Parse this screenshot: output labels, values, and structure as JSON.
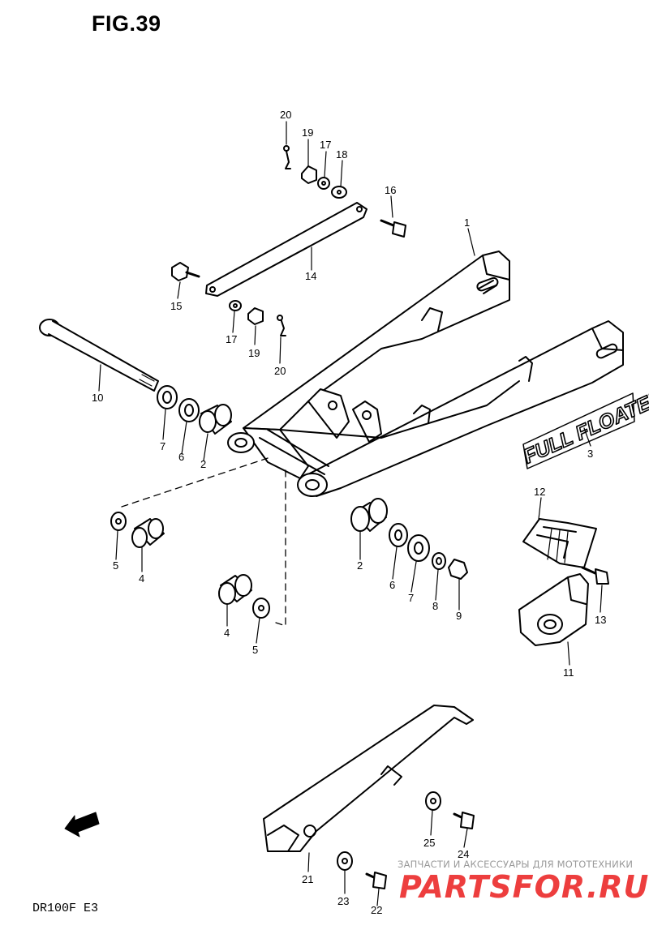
{
  "figure_title": "FIG.39",
  "model_code": "DR100F E3",
  "fwd_label": "FWD",
  "decal_text": "FULL FLOATER",
  "watermark": {
    "text": "ЗАПЧАСТИ И АКСЕССУАРЫ ДЛЯ МОТОТЕХНИКИ",
    "brand": "PARTSFOR.RU"
  },
  "part_labels": [
    {
      "id": "p1",
      "text": "1"
    },
    {
      "id": "p14",
      "text": "14"
    },
    {
      "id": "p16",
      "text": "16"
    },
    {
      "id": "p20a",
      "text": "20"
    },
    {
      "id": "p19a",
      "text": "19"
    },
    {
      "id": "p17a",
      "text": "17"
    },
    {
      "id": "p18",
      "text": "18"
    },
    {
      "id": "p15",
      "text": "15"
    },
    {
      "id": "p17b",
      "text": "17"
    },
    {
      "id": "p19b",
      "text": "19"
    },
    {
      "id": "p20b",
      "text": "20"
    },
    {
      "id": "p10",
      "text": "10"
    },
    {
      "id": "p7a",
      "text": "7"
    },
    {
      "id": "p6a",
      "text": "6"
    },
    {
      "id": "p2a",
      "text": "2"
    },
    {
      "id": "p3",
      "text": "3"
    },
    {
      "id": "p12",
      "text": "12"
    },
    {
      "id": "p5a",
      "text": "5"
    },
    {
      "id": "p4a",
      "text": "4"
    },
    {
      "id": "p2b",
      "text": "2"
    },
    {
      "id": "p6b",
      "text": "6"
    },
    {
      "id": "p7b",
      "text": "7"
    },
    {
      "id": "p8",
      "text": "8"
    },
    {
      "id": "p9",
      "text": "9"
    },
    {
      "id": "p13",
      "text": "13"
    },
    {
      "id": "p4b",
      "text": "4"
    },
    {
      "id": "p5b",
      "text": "5"
    },
    {
      "id": "p11",
      "text": "11"
    },
    {
      "id": "p25",
      "text": "25"
    },
    {
      "id": "p24",
      "text": "24"
    },
    {
      "id": "p21",
      "text": "21"
    },
    {
      "id": "p23",
      "text": "23"
    },
    {
      "id": "p22",
      "text": "22"
    }
  ]
}
